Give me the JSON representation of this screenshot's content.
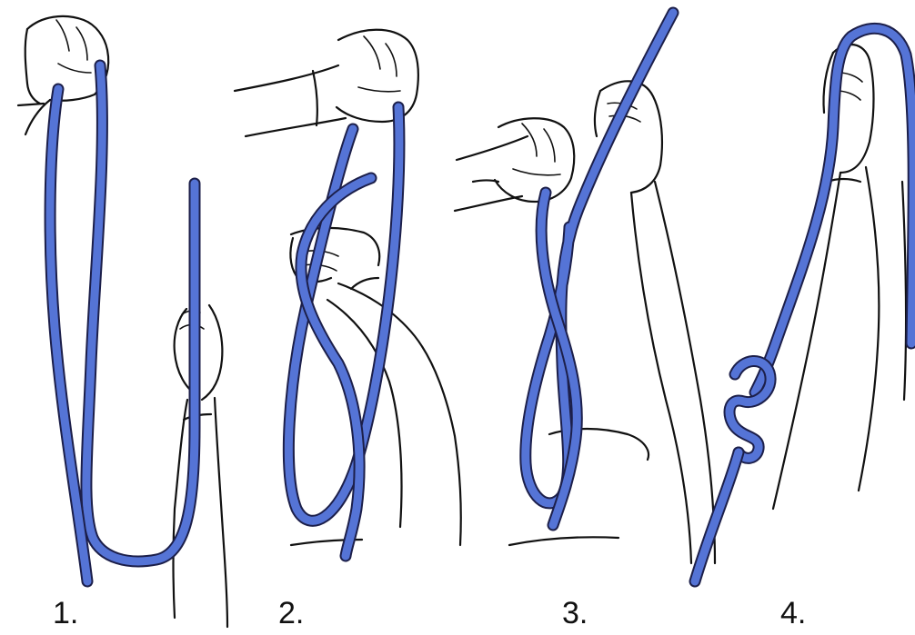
{
  "colors": {
    "rope": "#5574d6",
    "ink": "#111111",
    "background": "#ffffff"
  },
  "steps": [
    {
      "label": "1."
    },
    {
      "label": "2."
    },
    {
      "label": "3."
    },
    {
      "label": "4."
    }
  ]
}
